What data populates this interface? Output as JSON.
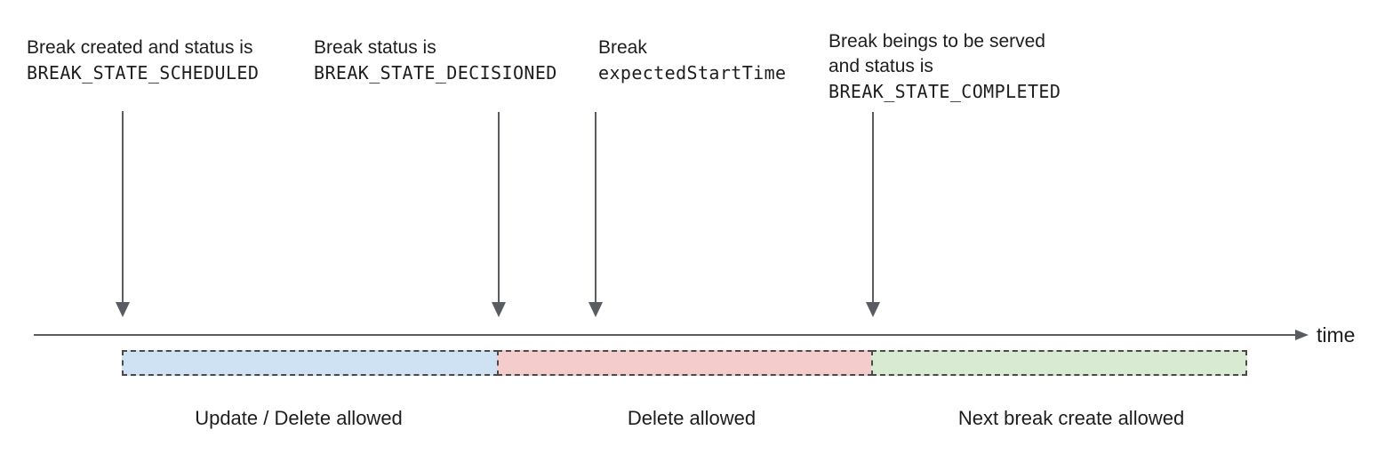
{
  "diagram": {
    "annotations": [
      {
        "lines": [
          "Break created and status is",
          "BREAK_STATE_SCHEDULED"
        ]
      },
      {
        "lines": [
          "Break status is",
          "BREAK_STATE_DECISIONED"
        ]
      },
      {
        "lines": [
          "Break",
          "expectedStartTime"
        ]
      },
      {
        "lines": [
          "Break beings to be served",
          "and status is",
          "BREAK_STATE_COMPLETED"
        ]
      }
    ],
    "axis": {
      "label": "time"
    },
    "segments": [
      {
        "label": "Update / Delete allowed",
        "color": "#cfe2f3"
      },
      {
        "label": "Delete allowed",
        "color": "#f4cccc"
      },
      {
        "label": "Next break create allowed",
        "color": "#d9ead3"
      }
    ],
    "colors": {
      "arrow": "#595c60",
      "dashed_border": "#4a4a4a",
      "text": "#1d1d1d"
    }
  }
}
